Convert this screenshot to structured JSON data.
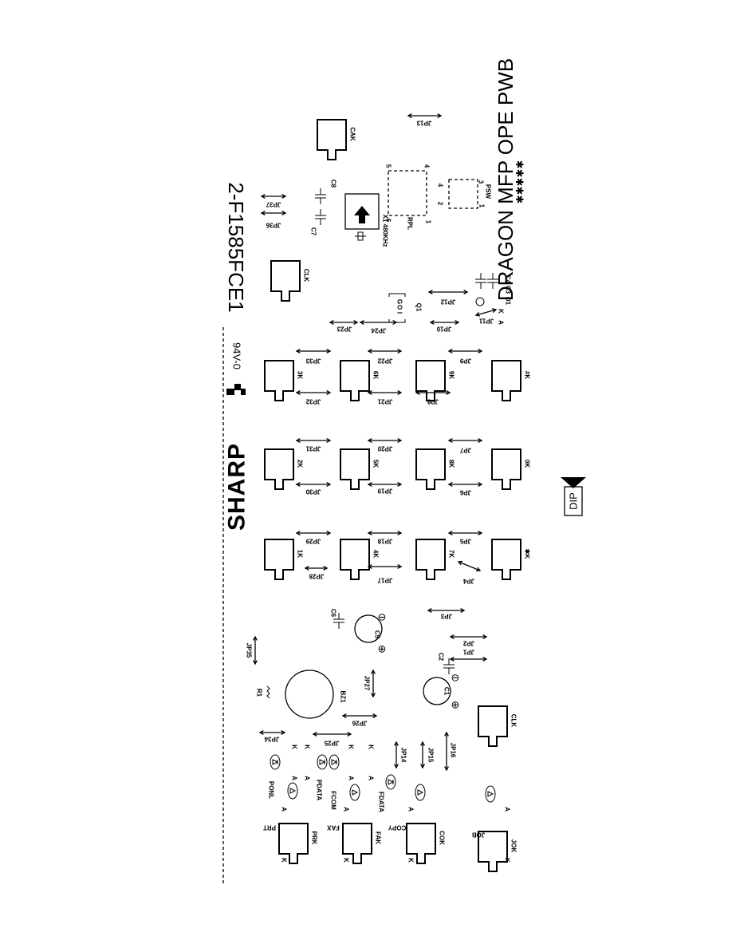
{
  "board": {
    "brand": "SHARP",
    "rating": "94V-0",
    "part_number": "2-F1585FCE1",
    "name": "DRAGON MFP OPE PWB",
    "stars": "✱✱✱✱✱",
    "dip": "DIP",
    "crystal": "X1 480KHz",
    "resonator": "RPL",
    "switch": "PSW"
  },
  "keys": [
    {
      "label": "1K"
    },
    {
      "label": "2K"
    },
    {
      "label": "3K"
    },
    {
      "label": "4K"
    },
    {
      "label": "5K"
    },
    {
      "label": "6K"
    },
    {
      "label": "7K"
    },
    {
      "label": "8K"
    },
    {
      "label": "9K"
    },
    {
      "label": "✱K"
    },
    {
      "label": "0K"
    },
    {
      "label": "#K"
    },
    {
      "label": "PRK"
    },
    {
      "label": "FAK"
    },
    {
      "label": "COK"
    },
    {
      "label": "JOK"
    },
    {
      "label": "CLK"
    },
    {
      "label": "CLK"
    },
    {
      "label": "CAK"
    }
  ],
  "jumpers": [
    "JP1",
    "JP2",
    "JP3",
    "JP4",
    "JP5",
    "JP6",
    "JP7",
    "JP8",
    "JP9",
    "JP10",
    "JP11",
    "JP12",
    "JP13",
    "JP14",
    "JP15",
    "JP16",
    "JP17",
    "JP18",
    "JP19",
    "JP20",
    "JP21",
    "JP22",
    "JP23",
    "JP24",
    "JP25",
    "JP26",
    "JP27",
    "JP28",
    "JP29",
    "JP30",
    "JP31",
    "JP32",
    "JP33",
    "JP34",
    "JP35",
    "JP36",
    "JP37"
  ],
  "leds": [
    "PONL",
    "PDATA",
    "FCOM",
    "FDATA"
  ],
  "led_groups": [
    "PRT",
    "FAX",
    "COPY",
    "JOB"
  ],
  "parts": [
    "R1",
    "BZ1",
    "C1",
    "C2",
    "C3",
    "C4",
    "C5",
    "C6",
    "C7",
    "C8",
    "D1",
    "Q1"
  ],
  "pins": [
    "A",
    "K",
    "1",
    "2",
    "3",
    "4",
    "5",
    "6",
    "I",
    "O",
    "G"
  ]
}
